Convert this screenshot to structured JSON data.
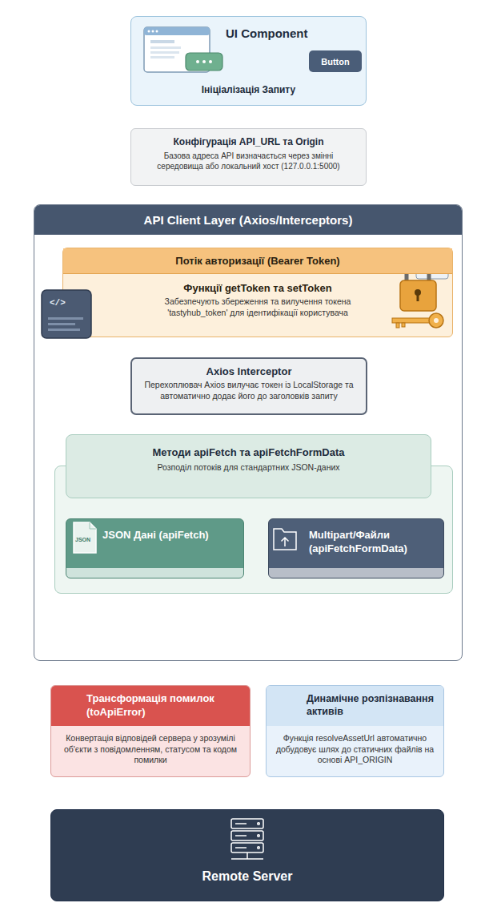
{
  "diagram": {
    "nodes": [
      {
        "text": [
          "UI Component",
          "Ініціалізація Запиту"
        ]
      },
      {
        "text": [
          "Button"
        ],
        "in": 0
      },
      {
        "text": [
          "Конфігурація API_URL та Origin",
          "Базова адреса API визначається через змінні середовища або локальний хост (127.0.0.1:5000)"
        ]
      },
      {
        "text": [
          "API Client Layer (Axios/Interceptors)"
        ]
      },
      {
        "text": [
          "Потік авторизації (Bearer Token)",
          "Функції getToken та setToken",
          "Забезпечують збереження та вилучення токена 'tastyhub_token' для ідентифікації користувача"
        ],
        "in": 3
      },
      {
        "text": [
          "Axios Interceptor",
          "Перехоплювач Axios вилучає токен із LocalStorage та автоматично додає його до заголовків запиту"
        ],
        "in": 3
      },
      {
        "text": [
          "Методи apiFetch та apiFetchFormData",
          "Розподіл потоків для стандартних JSON-даних"
        ],
        "in": 3
      },
      {
        "text": [
          "JSON Дані (apiFetch)"
        ],
        "in": 6
      },
      {
        "text": [
          "Multipart/Файли (apiFetchFormData)"
        ],
        "in": 6
      },
      {
        "text": [
          "Трансформація помилок (toApiError)",
          "Конвертація відповідей сервера у зрозумілі об'єкти з повідомленням, статусом та кодом помилки"
        ]
      },
      {
        "text": [
          "Динамічне розпізнавання активів",
          "Функція resolveAssetUrl автоматично добудовує шлях до статичних файлів на основі API_ORIGIN"
        ]
      },
      {
        "text": [
          "Remote Server"
        ]
      }
    ],
    "labels": [
      "</>",
      "JSON"
    ]
  }
}
